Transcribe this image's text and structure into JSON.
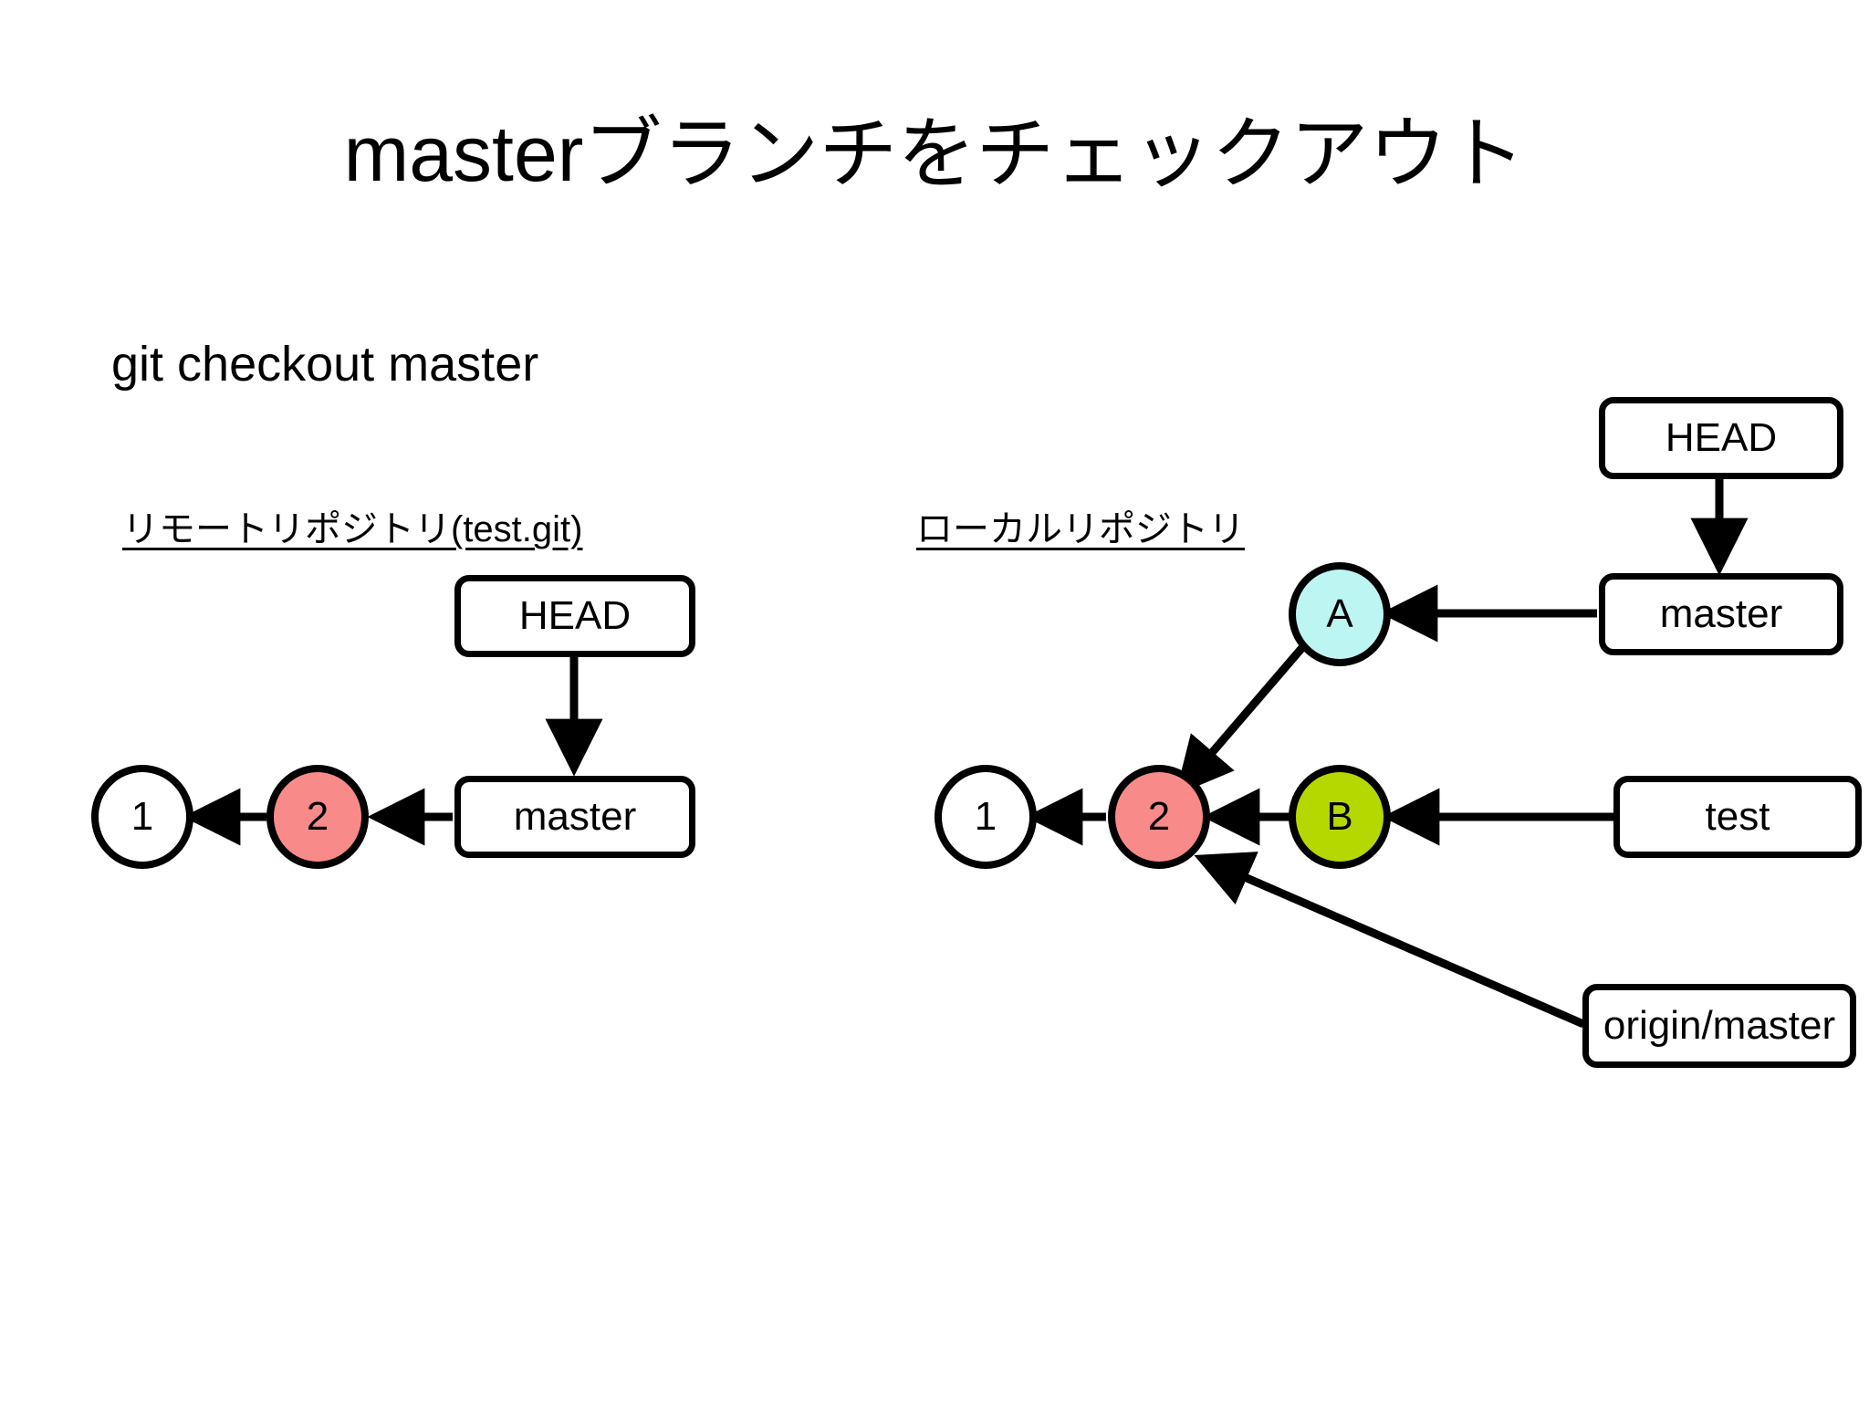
{
  "slide": {
    "title": "masterブランチをチェックアウト",
    "command": "git checkout master",
    "background_color": "#ffffff",
    "text_color": "#000000"
  },
  "sections": {
    "remote": {
      "label": "リモートリポジトリ(test.git)"
    },
    "local": {
      "label": "ローカルリポジトリ"
    }
  },
  "colors": {
    "commit_default": "#ffffff",
    "commit_2": "#f98a8a",
    "commit_A": "#bdf5f2",
    "commit_B": "#b5d800",
    "stroke": "#000000",
    "ref_box": "#ffffff"
  },
  "remote_graph": {
    "commits": [
      {
        "id": "1",
        "label": "1",
        "fill": "#ffffff"
      },
      {
        "id": "2",
        "label": "2",
        "fill": "#f98a8a"
      }
    ],
    "refs": [
      {
        "id": "head",
        "label": "HEAD"
      },
      {
        "id": "master",
        "label": "master"
      }
    ],
    "edges": [
      {
        "from": "head",
        "to": "master"
      },
      {
        "from": "master",
        "to": "2"
      },
      {
        "from": "2",
        "to": "1"
      }
    ]
  },
  "local_graph": {
    "commits": [
      {
        "id": "1",
        "label": "1",
        "fill": "#ffffff"
      },
      {
        "id": "2",
        "label": "2",
        "fill": "#f98a8a"
      },
      {
        "id": "A",
        "label": "A",
        "fill": "#bdf5f2"
      },
      {
        "id": "B",
        "label": "B",
        "fill": "#b5d800"
      }
    ],
    "refs": [
      {
        "id": "head",
        "label": "HEAD"
      },
      {
        "id": "master",
        "label": "master"
      },
      {
        "id": "test",
        "label": "test"
      },
      {
        "id": "origin_master",
        "label": "origin/master"
      }
    ],
    "edges": [
      {
        "from": "head",
        "to": "master"
      },
      {
        "from": "master",
        "to": "A"
      },
      {
        "from": "A",
        "to": "2"
      },
      {
        "from": "test",
        "to": "B"
      },
      {
        "from": "B",
        "to": "2"
      },
      {
        "from": "2",
        "to": "1"
      },
      {
        "from": "origin_master",
        "to": "2"
      }
    ]
  }
}
